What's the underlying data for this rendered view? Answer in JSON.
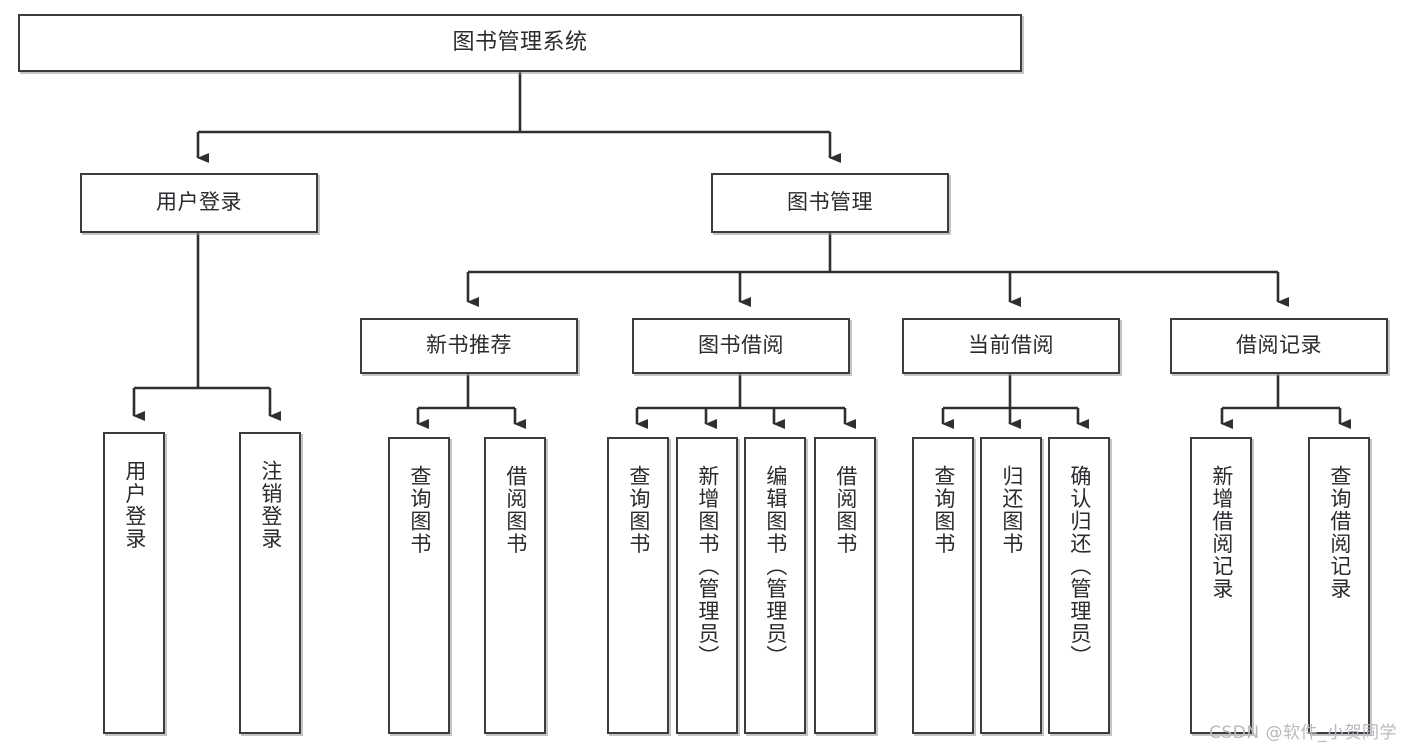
{
  "diagram": {
    "title": "图书管理系统",
    "type": "tree",
    "watermark": "CSDN @软件_小贺同学"
  },
  "nodes": {
    "root": {
      "label": "图书管理系统"
    },
    "level2": [
      {
        "label": "用户登录"
      },
      {
        "label": "图书管理"
      }
    ],
    "level3": [
      {
        "label": "新书推荐"
      },
      {
        "label": "图书借阅"
      },
      {
        "label": "当前借阅"
      },
      {
        "label": "借阅记录"
      }
    ],
    "leaves": {
      "user_login": [
        {
          "label": "用户登录"
        },
        {
          "label": "注销登录"
        }
      ],
      "new_book": [
        {
          "label": "查询图书"
        },
        {
          "label": "借阅图书"
        }
      ],
      "book_borrow": [
        {
          "label": "查询图书"
        },
        {
          "label": "新增图书（管理员）"
        },
        {
          "label": "编辑图书（管理员）"
        },
        {
          "label": "借阅图书"
        }
      ],
      "current_borrow": [
        {
          "label": "查询图书"
        },
        {
          "label": "归还图书"
        },
        {
          "label": "确认归还（管理员）"
        }
      ],
      "borrow_record": [
        {
          "label": "新增借阅记录"
        },
        {
          "label": "查询借阅记录"
        }
      ]
    }
  },
  "colors": {
    "border": "#3b3b40",
    "fill": "#ffffff",
    "text": "#2a2a2f",
    "connector": "#2f2f33",
    "watermark": "#b9b9be"
  }
}
